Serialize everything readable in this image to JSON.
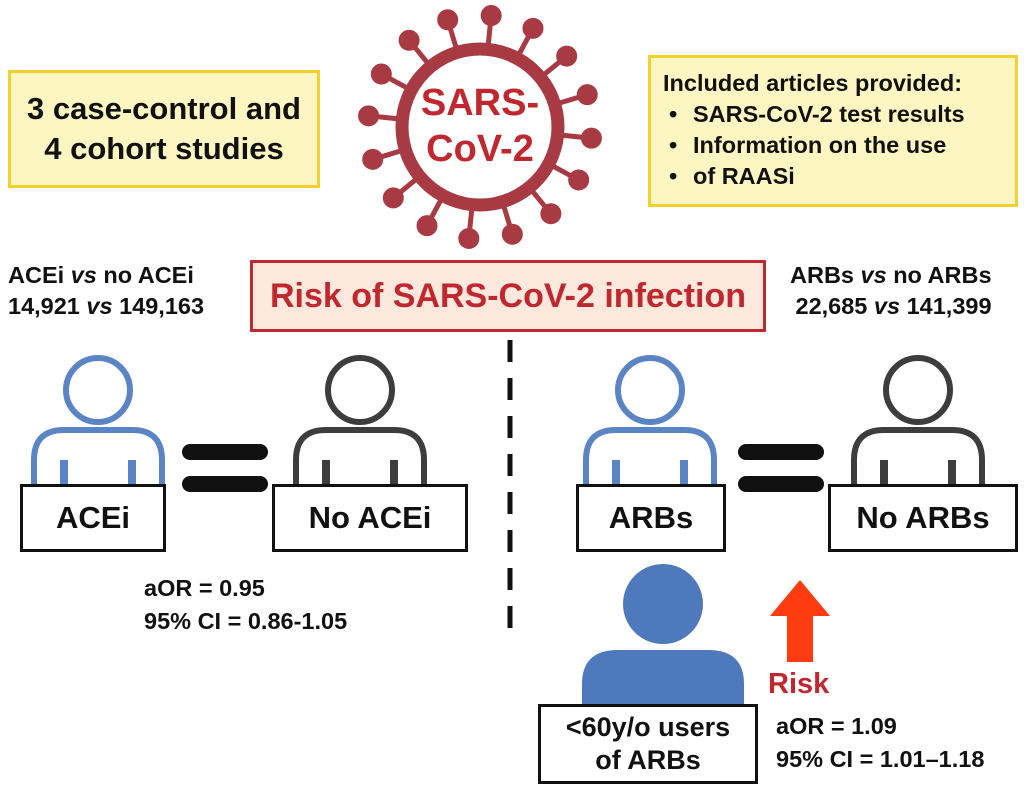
{
  "virus": {
    "label_line1": "SARS-",
    "label_line2": "CoV-2"
  },
  "studies_box": {
    "line1": "3 case-control and",
    "line2": "4 cohort studies"
  },
  "articles_box": {
    "title": "Included articles provided:",
    "items": [
      "SARS-CoV-2 test results",
      "Information on the use",
      "of RAASi"
    ]
  },
  "risk_title": "Risk of SARS-CoV-2 infection",
  "acei_comparison": {
    "a": "ACEi",
    "vs": "vs",
    "b": "no ACEi",
    "n_a": "14,921",
    "n_b": "149,163"
  },
  "arb_comparison": {
    "a": "ARBs",
    "vs": "vs",
    "b": "no ARBs",
    "n_a": "22,685",
    "n_b": "141,399"
  },
  "labels": {
    "acei": "ACEi",
    "no_acei": "No ACEi",
    "arbs": "ARBs",
    "no_arbs": "No ARBs",
    "young_line1": "<60y/o users",
    "young_line2": "of ARBs"
  },
  "acei_stats": {
    "aor": "aOR = 0.95",
    "ci": "95% CI = 0.86-1.05"
  },
  "arb_young_stats": {
    "risk": "Risk",
    "aor": "aOR = 1.09",
    "ci": "95% CI = 1.01–1.18"
  },
  "colors": {
    "virus": "#a83a44",
    "accent_red": "#c0282f",
    "arrow": "#ff3b10",
    "person_blue": "#5a84c3",
    "person_gray": "#3d3d3d",
    "person_filled": "#4f79bd",
    "yellow_fill": "#fdf6c3",
    "yellow_border": "#f1d02f"
  }
}
